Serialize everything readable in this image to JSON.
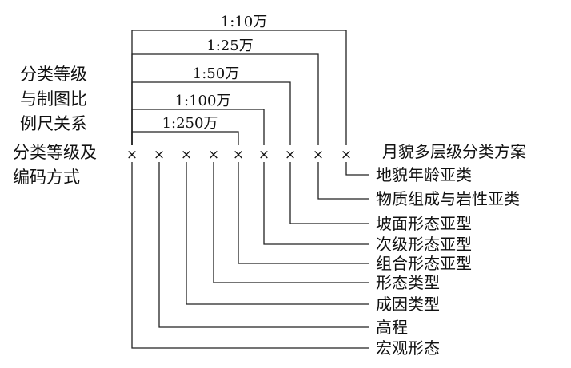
{
  "left_labels": {
    "relation_lines": [
      "分类等级",
      "与制图比",
      "例尺关系"
    ],
    "coding_lines": [
      "分类等级及",
      "编码方式"
    ]
  },
  "marker_glyph": "×",
  "scales": [
    {
      "label": "1:10万",
      "column_index": 8
    },
    {
      "label": "1:25万",
      "column_index": 7
    },
    {
      "label": "1:50万",
      "column_index": 6
    },
    {
      "label": "1:100万",
      "column_index": 5
    },
    {
      "label": "1:250万",
      "column_index": 4
    }
  ],
  "scheme_title": "月貌多层级分类方案",
  "levels": [
    {
      "label": "地貌年龄亚类",
      "column_index": 8
    },
    {
      "label": "物质组成与岩性亚类",
      "column_index": 7
    },
    {
      "label": "坡面形态亚型",
      "column_index": 6
    },
    {
      "label": "次级形态亚型",
      "column_index": 5
    },
    {
      "label": "组合形态亚型",
      "column_index": 4
    },
    {
      "label": "形态类型",
      "column_index": 3
    },
    {
      "label": "成因类型",
      "column_index": 2
    },
    {
      "label": "高程",
      "column_index": 1
    },
    {
      "label": "宏观形态",
      "column_index": 0
    }
  ]
}
